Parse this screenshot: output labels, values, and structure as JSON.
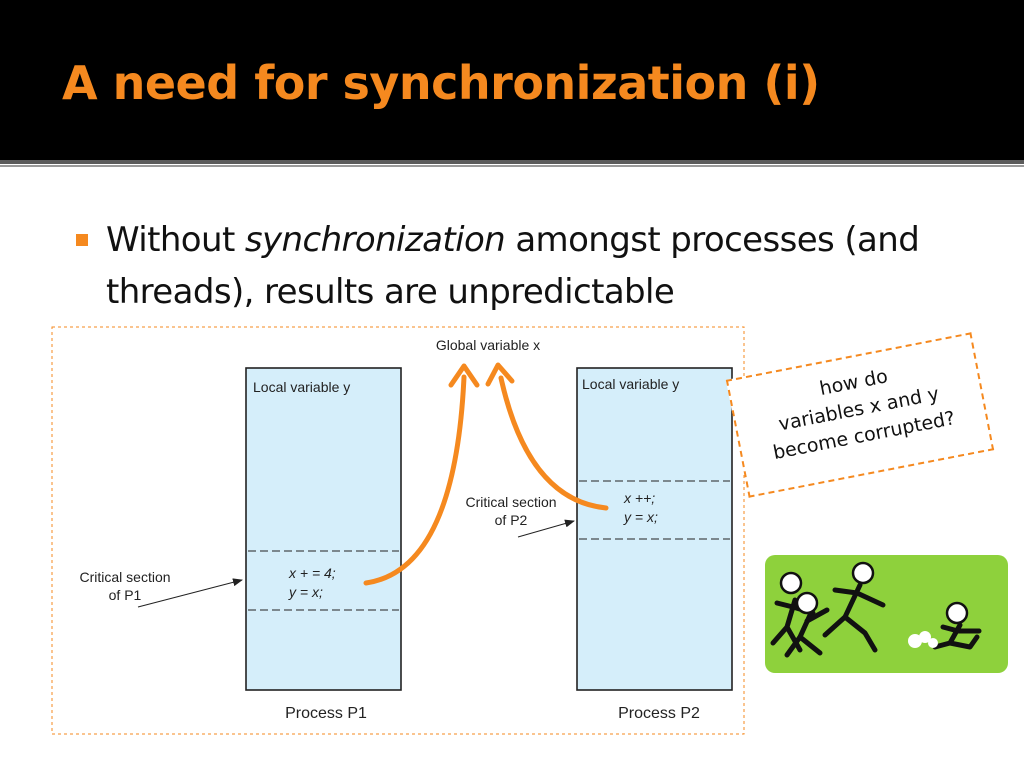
{
  "slide": {
    "title": "A need for synchronization (i)",
    "bullet": {
      "before": "Without ",
      "emphasis": "synchronization",
      "after": " amongst processes (and threads), results are unpredictable"
    }
  },
  "diagram": {
    "global_label": "Global variable x",
    "process1": {
      "local_label": "Local variable y",
      "code_line1": "x + = 4;",
      "code_line2": "y = x;",
      "footer": "Process P1",
      "critical_label_line1": "Critical section",
      "critical_label_line2": "of P1"
    },
    "process2": {
      "local_label": "Local variable y",
      "code_line1": "x ++;",
      "code_line2": "y = x;",
      "footer": "Process P2",
      "critical_label_line1": "Critical section",
      "critical_label_line2": "of P2"
    }
  },
  "note": {
    "line1": "how do",
    "line2": "variables x and y",
    "line3": "become corrupted?"
  },
  "colors": {
    "accent": "#f5891f",
    "title_bar": "#000000",
    "process_fill": "#d5eefa",
    "clipart_bg": "#8ed13c"
  },
  "icons": {
    "clipart": "running-people-clipart"
  }
}
